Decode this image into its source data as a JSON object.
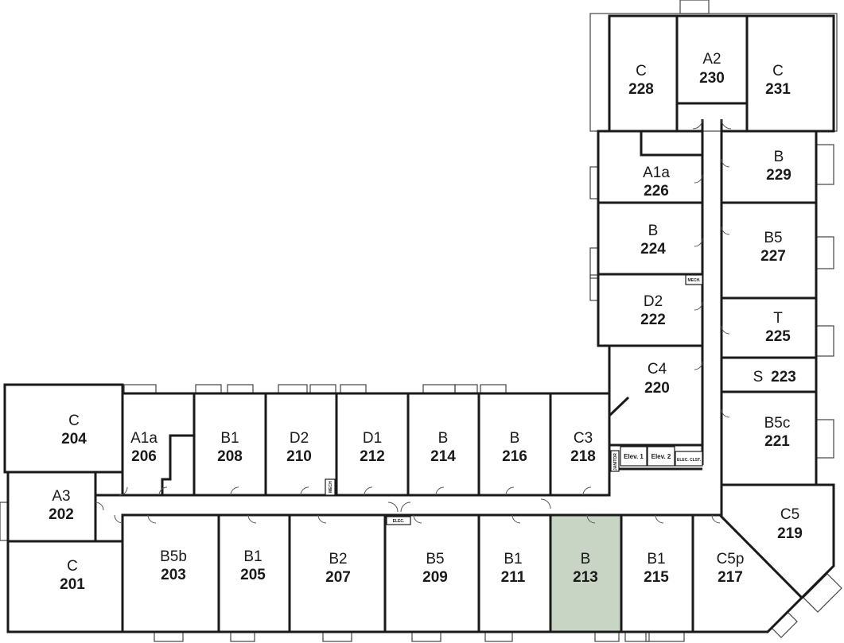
{
  "accent": "#c8d5c4",
  "selected_unit": "213",
  "units": [
    {
      "type": "C",
      "number": "228"
    },
    {
      "type": "A2",
      "number": "230"
    },
    {
      "type": "C",
      "number": "231"
    },
    {
      "type": "A1a",
      "number": "226"
    },
    {
      "type": "B",
      "number": "229"
    },
    {
      "type": "B",
      "number": "224"
    },
    {
      "type": "B5",
      "number": "227"
    },
    {
      "type": "D2",
      "number": "222"
    },
    {
      "type": "T",
      "number": "225"
    },
    {
      "type": "C4",
      "number": "220"
    },
    {
      "type": "S",
      "number": "223"
    },
    {
      "type": "B5c",
      "number": "221"
    },
    {
      "type": "C",
      "number": "204"
    },
    {
      "type": "A1a",
      "number": "206"
    },
    {
      "type": "B1",
      "number": "208"
    },
    {
      "type": "D2",
      "number": "210"
    },
    {
      "type": "D1",
      "number": "212"
    },
    {
      "type": "B",
      "number": "214"
    },
    {
      "type": "B",
      "number": "216"
    },
    {
      "type": "C3",
      "number": "218"
    },
    {
      "type": "A3",
      "number": "202"
    },
    {
      "type": "C",
      "number": "201"
    },
    {
      "type": "B5b",
      "number": "203"
    },
    {
      "type": "B1",
      "number": "205"
    },
    {
      "type": "B2",
      "number": "207"
    },
    {
      "type": "B5",
      "number": "209"
    },
    {
      "type": "B1",
      "number": "211"
    },
    {
      "type": "B",
      "number": "213"
    },
    {
      "type": "B1",
      "number": "215"
    },
    {
      "type": "C5p",
      "number": "217"
    },
    {
      "type": "C5",
      "number": "219"
    }
  ],
  "utility": {
    "elev1": "Elev. 1",
    "elev2": "Elev. 2",
    "elec_clst": "ELEC. CLST.",
    "mech": "MECH.",
    "elec": "ELEC.",
    "janitor": "JANITOR",
    "mech_small": "MECH"
  }
}
